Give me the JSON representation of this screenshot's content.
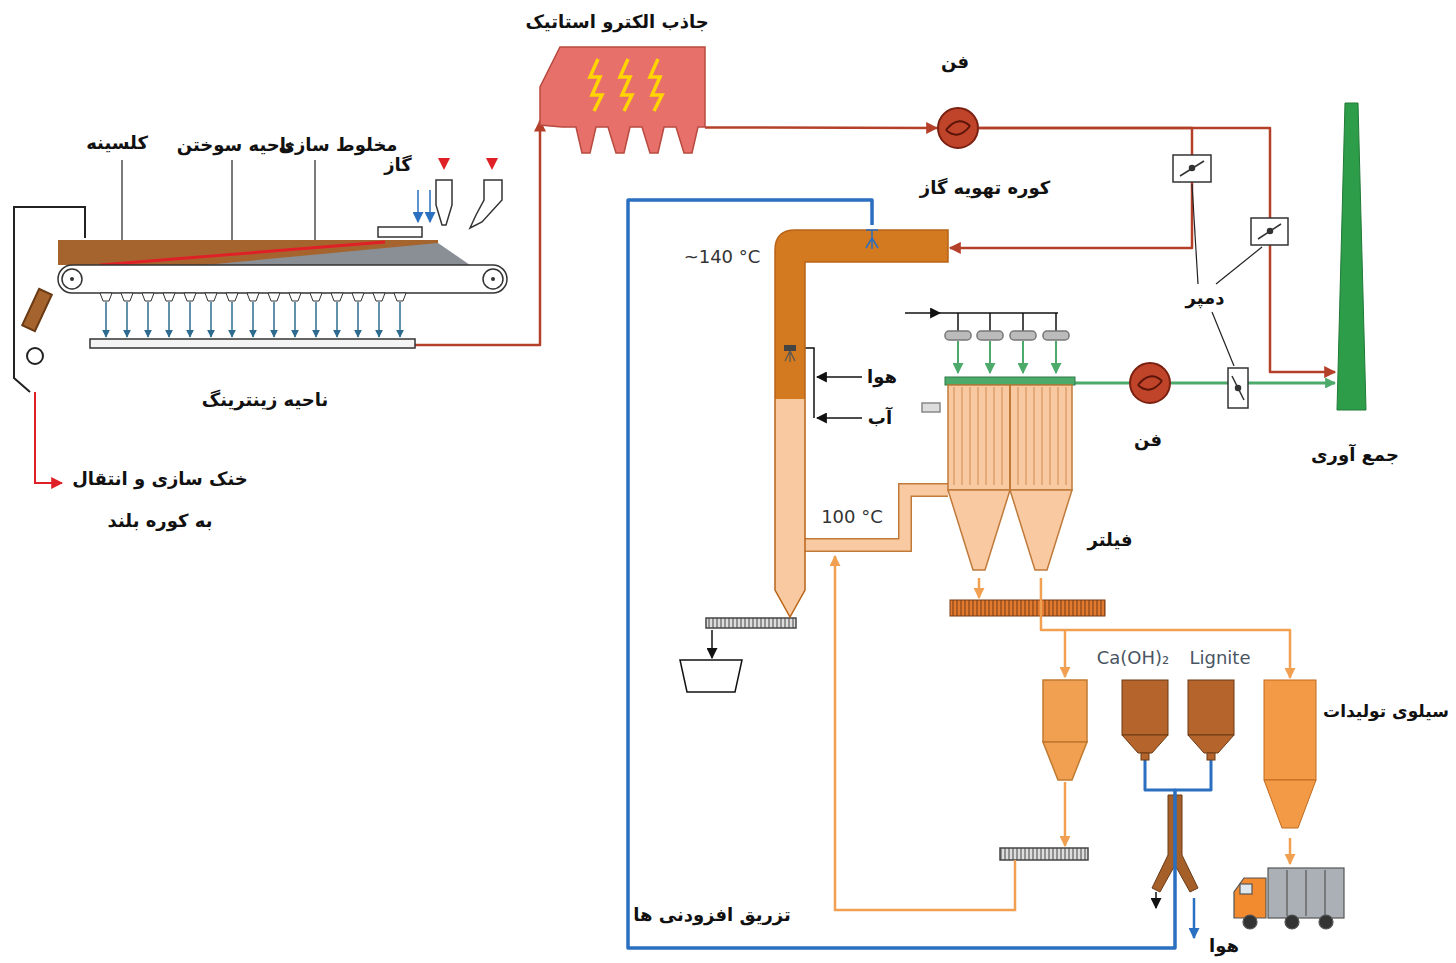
{
  "diagram": {
    "nodes": [
      {
        "text": [
          "ناحیه زینترینگ"
        ]
      },
      {
        "text": [
          "جاذب الکترو استاتیک"
        ]
      },
      {
        "text": [
          "فن",
          "کوره تهویه گاز"
        ]
      },
      {
        "text": [
          "~140 °C"
        ]
      },
      {
        "text": [
          "فیلتر"
        ]
      },
      {
        "text": [
          "فن"
        ]
      },
      {
        "text": [
          "جمع آوری"
        ]
      },
      {
        "text": [
          "Ca(OH)₂"
        ]
      },
      {
        "text": [
          "Lignite"
        ]
      },
      {
        "text": [
          "سیلوی تولیدات"
        ]
      }
    ],
    "edges": [
      {
        "from": 0,
        "to": 1,
        "arrow": "to"
      },
      {
        "from": 1,
        "to": 2,
        "arrow": "to"
      },
      {
        "from": 2,
        "to": 3,
        "arrow": "to"
      },
      {
        "from": 2,
        "to": 6,
        "arrow": "to"
      },
      {
        "from": 3,
        "to": 4,
        "arrow": "none"
      },
      {
        "from": 4,
        "to": 5,
        "arrow": "none"
      },
      {
        "from": 5,
        "to": 6,
        "arrow": "to"
      },
      {
        "from": 4,
        "to": 9,
        "arrow": "to"
      },
      {
        "from": 7,
        "to": 3,
        "arrow": "none"
      },
      {
        "from": 8,
        "to": 3,
        "arrow": "none"
      }
    ],
    "labels": [
      "کلسینه",
      "ناحیه سوختن",
      "مخلوط سازی",
      "گاز",
      "خنک سازی و انتقال به کوره بلند",
      "دمپر",
      "هوا",
      "آب",
      "100 °C",
      "تزریق افزودنی ها",
      "هوا"
    ]
  }
}
